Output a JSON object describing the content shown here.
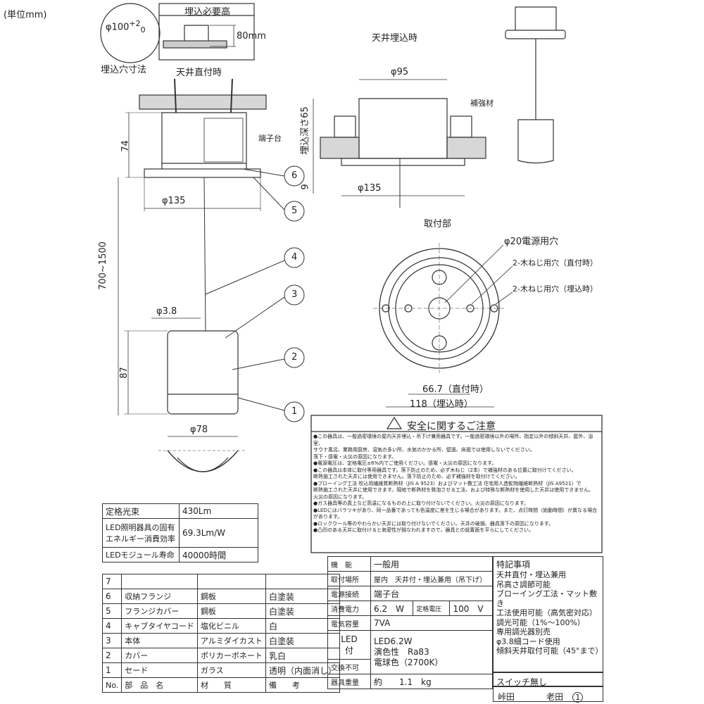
{
  "unit_label": "(単位mm)",
  "hole": {
    "diameter": "φ100",
    "tol_plus": "+2",
    "tol_minus": "0",
    "caption": "埋込穴寸法"
  },
  "embed_height": {
    "title": "埋込必要高",
    "value": "80mm"
  },
  "views": {
    "direct": "天井直付時",
    "recessed": "天井埋込時",
    "mount": "取付部"
  },
  "dims": {
    "d135": "φ135",
    "h74": "74",
    "h700": "700~1500",
    "d38": "φ3.8",
    "h87": "87",
    "d78": "φ78",
    "d95": "φ95",
    "depth65": "埋込深さ65",
    "h9": "9",
    "d135b": "φ135",
    "d20": "φ20電源用穴",
    "screw_direct": "2-木ねじ用穴（直付時）",
    "screw_recessed": "2-木ねじ用穴（埋込時）",
    "d667": "66.7（直付時）",
    "d118": "118（埋込時）",
    "terminal": "端子台",
    "reinforce": "補強材"
  },
  "callouts": [
    "1",
    "2",
    "3",
    "4",
    "5",
    "6"
  ],
  "safety": {
    "title": "安全に関するご注意",
    "lines": [
      "●この器具は、一般過密環境の屋内天井埋込・吊下げ兼用器具です。一般過密環境以外の場所、指定以外の傾斜天井、屋外、浴室、",
      "サウナ風呂、業務用厨房、湿気の多い所、水気のかかる所、壁面、床面では使用しないでください。",
      "落下・感電・火災の原因になります。",
      "●電源電圧は、定格電圧±6%内でご使用ください。感電・火災の原因になります。",
      "●この器具は本体に取付専用器具です。落下防止のため、必ず木ねじ（2本）で補強材のある位置に取付けてください。",
      "断熱施工された天井には使用できません。落下防止のため、必ず補強材を取付けてください。",
      "●ブローイング工法 吹込用繊維質断熱材（JIS A 9523）およびマット敷工法 住宅用人造鉱物繊維断熱材（JIS A9521）で",
      "断熱施工された天井に使用できます。現地で断熱材を発泡させる工法、および特殊な断熱材を使用した天井は使用できません。",
      "火災の原因になります。",
      "●ガス器具等の真上など高温になるものの上に取り付けないでください。火災の原因になります。",
      "●LEDにはバラツキがあり、同一品番であっても色温度に差を生じる場合があります。また、点灯時間（始動時間）が異なる場合があります。",
      "●ロックウール等のやわらかい天井には取り付けないでください。天井の破損、器具落下の原因になります。",
      "●凸凹のある天井に取付けると気密性が損なわれますので、器具との設置面を平らにしてください。"
    ]
  },
  "specs": [
    {
      "label": "定格光束",
      "value": "430Lm"
    },
    {
      "label": "LED照明器具の固有エネルギー消費効率",
      "value": "69.3Lm/W"
    },
    {
      "label": "LEDモジュール寿命",
      "value": "40000時間"
    }
  ],
  "parts": [
    {
      "no": "7",
      "name": "",
      "material": "",
      "note": ""
    },
    {
      "no": "6",
      "name": "収納フランジ",
      "material": "鋼板",
      "note": "白塗装"
    },
    {
      "no": "5",
      "name": "フランジカバー",
      "material": "鋼板",
      "note": "白塗装"
    },
    {
      "no": "4",
      "name": "キャブタイヤコード",
      "material": "塩化ビニル",
      "note": "白"
    },
    {
      "no": "3",
      "name": "本体",
      "material": "アルミダイカスト",
      "note": "白塗装"
    },
    {
      "no": "2",
      "name": "カバー",
      "material": "ポリカーボネート",
      "note": "乳白"
    },
    {
      "no": "1",
      "name": "セード",
      "material": "ガラス",
      "note": "透明（内面消し）"
    }
  ],
  "parts_header": {
    "no": "No.",
    "name": "部　品　名",
    "material": "材　　質",
    "note": "備　　考"
  },
  "info": {
    "func_label": "機　能",
    "func": "一般用",
    "mount_label": "取付場所",
    "mount": "屋内　天井付・埋込兼用（吊下げ）",
    "conn_label": "電源接続",
    "conn": "端子台",
    "power_label": "消費電力",
    "power": "6.2　W",
    "volt_label": "定格電圧",
    "volt": "100　V",
    "cap_label": "電気容量",
    "cap": "7VA",
    "led_label": "LED",
    "led_label2": "付",
    "exchange": "交換不可",
    "led_spec": "LED6.2W",
    "ra": "演色性　Ra83",
    "color": "電球色（2700K）",
    "weight_label": "器具重量",
    "weight_pre": "約",
    "weight": "1.1",
    "weight_unit": "kg"
  },
  "notes": {
    "title": "特記事項",
    "lines": [
      "天井直付・埋込兼用",
      "吊高さ調節可能",
      "ブローイング工法・マット敷き",
      "工法使用可能（高気密対応）",
      "調光可能（1%～100%）",
      "専用調光器別売",
      "φ3.8細コード使用",
      "傾斜天井取付可能（45°まで）"
    ],
    "switch": "スイッチ無し"
  },
  "signature": {
    "a": "峠田",
    "b": "老田",
    "rev": "1"
  }
}
